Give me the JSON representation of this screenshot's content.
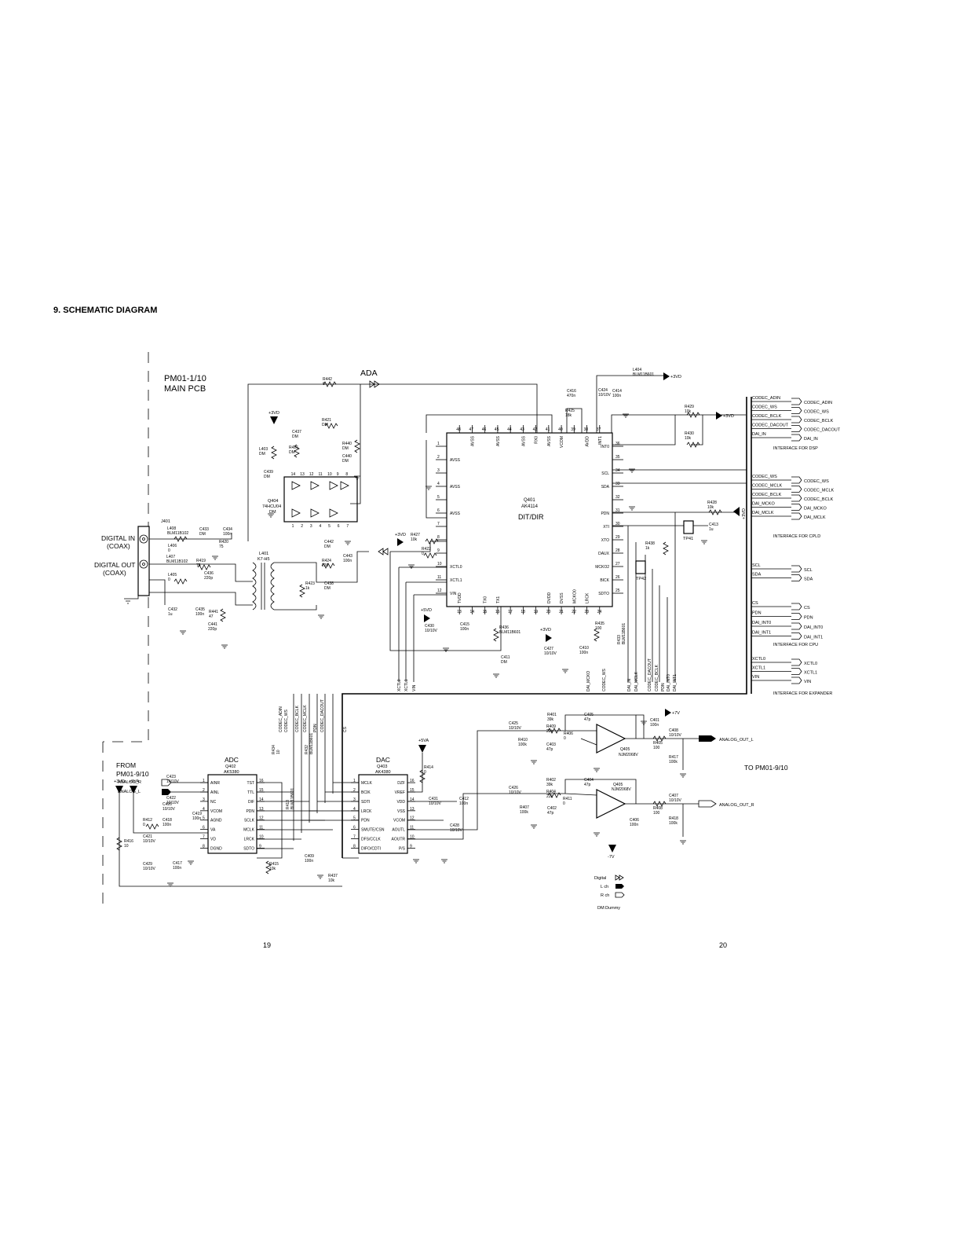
{
  "heading": "9. SCHEMATIC DIAGRAM",
  "pages": {
    "left": "19",
    "right": "20"
  },
  "board": {
    "line1": "PM01-1/10",
    "line2": "MAIN PCB"
  },
  "from_block": {
    "line1": "FROM",
    "line2": "PM01-9/10"
  },
  "to_block": "TO PM01-9/10",
  "sections": {
    "ada": "ADA",
    "adc": "ADC",
    "dac": "DAC"
  },
  "connectors": {
    "digital_in": {
      "line1": "DIGITAL IN",
      "line2": "(COAX)"
    },
    "digital_out": {
      "line1": "DIGITAL OUT",
      "line2": "(COAX)"
    },
    "j401": "J401"
  },
  "chips": {
    "q401": {
      "ref": "Q401",
      "part": "AK4114",
      "func": "DIT/DIR",
      "left_pins": [
        {
          "n": "1",
          "l": ""
        },
        {
          "n": "2",
          "l": "AVSS"
        },
        {
          "n": "3",
          "l": ""
        },
        {
          "n": "4",
          "l": "AVSS"
        },
        {
          "n": "5",
          "l": ""
        },
        {
          "n": "6",
          "l": "AVSS"
        },
        {
          "n": "7",
          "l": ""
        },
        {
          "n": "8",
          "l": ""
        },
        {
          "n": "9",
          "l": ""
        },
        {
          "n": "10",
          "l": "XCTL0"
        },
        {
          "n": "11",
          "l": "XCTL1"
        },
        {
          "n": "12",
          "l": "VIN"
        }
      ],
      "right_pins": [
        {
          "n": "36",
          "l": "INT0"
        },
        {
          "n": "35",
          "l": ""
        },
        {
          "n": "34",
          "l": "SCL"
        },
        {
          "n": "33",
          "l": "SDA"
        },
        {
          "n": "32",
          "l": ""
        },
        {
          "n": "31",
          "l": "PDN"
        },
        {
          "n": "30",
          "l": "XTI"
        },
        {
          "n": "29",
          "l": "XTO"
        },
        {
          "n": "28",
          "l": "DAUX"
        },
        {
          "n": "27",
          "l": "MCKO2"
        },
        {
          "n": "26",
          "l": "BICK"
        },
        {
          "n": "25",
          "l": "SDTO"
        }
      ],
      "top_pins": [
        {
          "n": "48",
          "l": ""
        },
        {
          "n": "47",
          "l": "AVSS"
        },
        {
          "n": "46",
          "l": ""
        },
        {
          "n": "45",
          "l": "AVSS"
        },
        {
          "n": "44",
          "l": ""
        },
        {
          "n": "43",
          "l": "AVSS"
        },
        {
          "n": "42",
          "l": "RX0"
        },
        {
          "n": "41",
          "l": "AVSS"
        },
        {
          "n": "40",
          "l": "VCOM"
        },
        {
          "n": "39",
          "l": ""
        },
        {
          "n": "38",
          "l": "AVDD"
        },
        {
          "n": "37",
          "l": "INT1"
        }
      ],
      "bottom_pins": [
        {
          "n": "13",
          "l": "TVDD"
        },
        {
          "n": "14",
          "l": ""
        },
        {
          "n": "15",
          "l": "TX0"
        },
        {
          "n": "16",
          "l": "TX1"
        },
        {
          "n": "17",
          "l": ""
        },
        {
          "n": "18",
          "l": ""
        },
        {
          "n": "19",
          "l": ""
        },
        {
          "n": "20",
          "l": "DVDD"
        },
        {
          "n": "21",
          "l": "DVSS"
        },
        {
          "n": "22",
          "l": "MCKO0"
        },
        {
          "n": "23",
          "l": "LRCK"
        },
        {
          "n": "24",
          "l": ""
        }
      ]
    },
    "q404": {
      "ref": "Q404",
      "part": "74HCU04",
      "extra": "DM",
      "top_pins": [
        "14",
        "13",
        "12",
        "11",
        "10",
        "9",
        "8"
      ],
      "bottom_pins": [
        "1",
        "2",
        "3",
        "4",
        "5",
        "6",
        "7"
      ]
    },
    "q402": {
      "ref": "Q402",
      "part": "AK5380",
      "left_pins": [
        {
          "n": "1",
          "l": "AINR"
        },
        {
          "n": "2",
          "l": "AINL"
        },
        {
          "n": "3",
          "l": "NC"
        },
        {
          "n": "4",
          "l": "VCOM"
        },
        {
          "n": "5",
          "l": "AGND"
        },
        {
          "n": "6",
          "l": "VA"
        },
        {
          "n": "7",
          "l": "VD"
        },
        {
          "n": "8",
          "l": "DGND"
        }
      ],
      "right_pins": [
        {
          "n": "16",
          "l": "TST"
        },
        {
          "n": "15",
          "l": "TTL"
        },
        {
          "n": "14",
          "l": "DIF"
        },
        {
          "n": "13",
          "l": "PDN"
        },
        {
          "n": "12",
          "l": "SCLK"
        },
        {
          "n": "11",
          "l": "MCLK"
        },
        {
          "n": "10",
          "l": "LRCK"
        },
        {
          "n": "9",
          "l": "SDTO"
        }
      ]
    },
    "q403": {
      "ref": "Q403",
      "part": "AK4380",
      "left_pins": [
        {
          "n": "1",
          "l": "MCLK"
        },
        {
          "n": "2",
          "l": "BCIK"
        },
        {
          "n": "3",
          "l": "SDTI"
        },
        {
          "n": "4",
          "l": "LRCK"
        },
        {
          "n": "5",
          "l": "PDN"
        },
        {
          "n": "6",
          "l": "SMUTE/CSN"
        },
        {
          "n": "7",
          "l": "DFS/CCLK"
        },
        {
          "n": "8",
          "l": "DIFO/CDTI"
        }
      ],
      "right_pins": [
        {
          "n": "16",
          "l": "DZF"
        },
        {
          "n": "15",
          "l": "VREF"
        },
        {
          "n": "14",
          "l": "VDD"
        },
        {
          "n": "13",
          "l": "VSS"
        },
        {
          "n": "12",
          "l": "VCOM"
        },
        {
          "n": "11",
          "l": "AOUTL"
        },
        {
          "n": "10",
          "l": "AOUTR"
        },
        {
          "n": "9",
          "l": "P/S"
        }
      ]
    },
    "q405a": {
      "ref": "Q405",
      "part": "NJM2068V"
    },
    "q405b": {
      "ref": "Q405",
      "part": "NJM2068V"
    },
    "l401": {
      "ref": "L401",
      "part": "K7-H5"
    }
  },
  "components": [
    {
      "ref": "R442",
      "val": "0"
    },
    {
      "ref": "L404",
      "val": "BLM11B601"
    },
    {
      "ref": "C424",
      "val": "10/10V"
    },
    {
      "ref": "C414",
      "val": "100n"
    },
    {
      "ref": "C416",
      "val": "470n"
    },
    {
      "ref": "R425",
      "val": "18k"
    },
    {
      "ref": "R429",
      "val": "10k"
    },
    {
      "ref": "R430",
      "val": "10k"
    },
    {
      "ref": "R421",
      "val": "DM"
    },
    {
      "ref": "C437",
      "val": "DM"
    },
    {
      "ref": "R426",
      "val": "DM"
    },
    {
      "ref": "R440",
      "val": "DM"
    },
    {
      "ref": "C440",
      "val": "DM"
    },
    {
      "ref": "L403",
      "val": "DM"
    },
    {
      "ref": "C439",
      "val": "DM"
    },
    {
      "ref": "R428",
      "val": "10k"
    },
    {
      "ref": "C413",
      "val": "1u"
    },
    {
      "ref": "R438",
      "val": "1k"
    },
    {
      "ref": "R427",
      "val": "10k"
    },
    {
      "ref": "R422",
      "val": "0"
    },
    {
      "ref": "L408",
      "val": "BLM11B102"
    },
    {
      "ref": "C433",
      "val": "DM"
    },
    {
      "ref": "C434",
      "val": "100n"
    },
    {
      "ref": "R420",
      "val": "75"
    },
    {
      "ref": "L406",
      "val": "0"
    },
    {
      "ref": "L407",
      "val": "BLM11B102"
    },
    {
      "ref": "R419",
      "val": "75"
    },
    {
      "ref": "L405",
      "val": "0"
    },
    {
      "ref": "C436",
      "val": "220p"
    },
    {
      "ref": "R424",
      "val": "220"
    },
    {
      "ref": "C443",
      "val": "100n"
    },
    {
      "ref": "C442",
      "val": "DM"
    },
    {
      "ref": "R423",
      "val": "1k"
    },
    {
      "ref": "C438",
      "val": "DM"
    },
    {
      "ref": "C432",
      "val": "1u"
    },
    {
      "ref": "C435",
      "val": "100n"
    },
    {
      "ref": "R441",
      "val": "47"
    },
    {
      "ref": "C441",
      "val": "220p"
    },
    {
      "ref": "C430",
      "val": "10/10V"
    },
    {
      "ref": "C415",
      "val": "100n"
    },
    {
      "ref": "R436",
      "val": "BLM11B601"
    },
    {
      "ref": "C411",
      "val": "DM"
    },
    {
      "ref": "C427",
      "val": "10/10V"
    },
    {
      "ref": "C410",
      "val": "100n"
    },
    {
      "ref": "R435",
      "val": "100"
    },
    {
      "ref": "R433",
      "val": "BLM11B601"
    },
    {
      "ref": "C425",
      "val": "10/10V"
    },
    {
      "ref": "R410",
      "val": "100k"
    },
    {
      "ref": "R401",
      "val": "39k"
    },
    {
      "ref": "R409",
      "val": "22k"
    },
    {
      "ref": "C403",
      "val": "47p"
    },
    {
      "ref": "C405",
      "val": "47p"
    },
    {
      "ref": "R406",
      "val": "0"
    },
    {
      "ref": "C401",
      "val": "100n"
    },
    {
      "ref": "C408",
      "val": "10/10V"
    },
    {
      "ref": "R405",
      "val": "100"
    },
    {
      "ref": "R417",
      "val": "100k"
    },
    {
      "ref": "C426",
      "val": "10/10V"
    },
    {
      "ref": "R407",
      "val": "100k"
    },
    {
      "ref": "R402",
      "val": "39k"
    },
    {
      "ref": "R404",
      "val": "22k"
    },
    {
      "ref": "C402",
      "val": "47p"
    },
    {
      "ref": "C404",
      "val": "47p"
    },
    {
      "ref": "R411",
      "val": "0"
    },
    {
      "ref": "C407",
      "val": "10/10V"
    },
    {
      "ref": "R408",
      "val": "100"
    },
    {
      "ref": "R418",
      "val": "100k"
    },
    {
      "ref": "C406",
      "val": "100n"
    },
    {
      "ref": "R414",
      "val": "0"
    },
    {
      "ref": "C431",
      "val": "10/10V"
    },
    {
      "ref": "C412",
      "val": "100n"
    },
    {
      "ref": "C428",
      "val": "10/10V"
    },
    {
      "ref": "R415",
      "val": "10k"
    },
    {
      "ref": "C409",
      "val": "100n"
    },
    {
      "ref": "R437",
      "val": "10k"
    },
    {
      "ref": "C423",
      "val": "10/10V"
    },
    {
      "ref": "C422",
      "val": "10/10V"
    },
    {
      "ref": "C420",
      "val": "10/10V"
    },
    {
      "ref": "C419",
      "val": "100n"
    },
    {
      "ref": "R412",
      "val": "0"
    },
    {
      "ref": "C418",
      "val": "100n"
    },
    {
      "ref": "C421",
      "val": "10/10V"
    },
    {
      "ref": "R416",
      "val": "10"
    },
    {
      "ref": "C429",
      "val": "10/10V"
    },
    {
      "ref": "C417",
      "val": "100n"
    },
    {
      "ref": "R434",
      "val": "10"
    },
    {
      "ref": "R413",
      "val": "BLM11B601"
    },
    {
      "ref": "R432",
      "val": "BLM11B601"
    }
  ],
  "test_points": [
    "TP41",
    "TP42"
  ],
  "rails": {
    "p3vd": "+3VD",
    "p5vd": "+5VD",
    "p5va": "+5VA",
    "p7v": "+7V",
    "m7v": "-7V",
    "gnd": "GND"
  },
  "interfaces": {
    "dsp": {
      "title": "INTERFACE FOR DSP",
      "nets": [
        "CODEC_ADIN",
        "CODEC_WS",
        "CODEC_BCLK",
        "CODEC_DACOUT",
        "DAI_IN"
      ]
    },
    "cpld": {
      "title": "INTERFACE FOR CPLD",
      "nets": [
        "CODEC_WS",
        "CODEC_MCLK",
        "CODEC_BCLK",
        "DAI_MCKO",
        "DAI_MCLK"
      ]
    },
    "i2c": {
      "nets": [
        "SCL",
        "SDA"
      ]
    },
    "cpu": {
      "title": "INTERFACE FOR CPU",
      "nets": [
        "CS",
        "PDN",
        "DAI_INT0",
        "DAI_INT1"
      ]
    },
    "expander": {
      "title": "INTERFACE FOR EXPANDER",
      "nets": [
        "XCTL0",
        "XCTL1",
        "VIN"
      ]
    }
  },
  "analog_inputs": [
    "ANALOG_R",
    "ANALOG_L"
  ],
  "analog_outputs": [
    "ANALOG_OUT_L",
    "ANALOG_OUT_R"
  ],
  "bus_labels": {
    "bottom_q401": [
      "XCTL0",
      "XCTL1",
      "VIN",
      "DAI_MCKO",
      "CODEC_WS",
      "DAI_IN",
      "DAI_MCLK",
      "CODEC_DACOUT",
      "CODEC_BCLK",
      "PDN",
      "DAI_INT0",
      "DAI_INT1"
    ],
    "top_adc": [
      "CODEC_ADIN",
      "CODEC_WS",
      "CODEC_BCLK",
      "CODEC_MCLK",
      "PDN",
      "CODEC_DACOUT",
      "CS"
    ]
  },
  "legend": {
    "digital": "Digital",
    "lch": "L ch",
    "rch": "R ch",
    "dummy": "DM:Dummy"
  }
}
